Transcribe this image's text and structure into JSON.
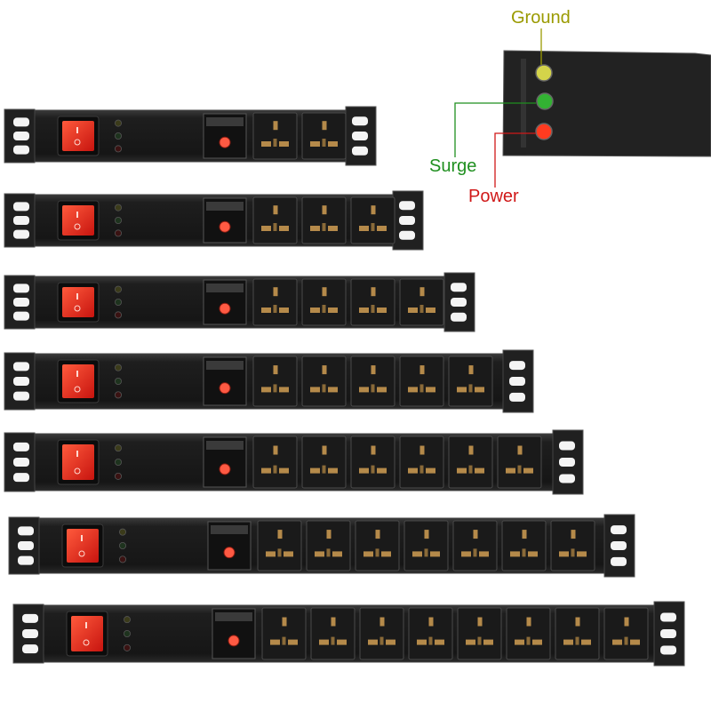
{
  "callouts": {
    "ground": "Ground",
    "surge": "Surge",
    "power": "Power"
  },
  "colors": {
    "ground": "#9a9a00",
    "surge": "#1f8f1f",
    "power": "#d01818",
    "chassis": "#1b1b1b",
    "rocker": "#e3201c",
    "socket_pin": "#b58a4a"
  },
  "units": [
    {
      "outlets": 2
    },
    {
      "outlets": 3
    },
    {
      "outlets": 4
    },
    {
      "outlets": 5
    },
    {
      "outlets": 6
    },
    {
      "outlets": 7
    },
    {
      "outlets": 8
    }
  ]
}
